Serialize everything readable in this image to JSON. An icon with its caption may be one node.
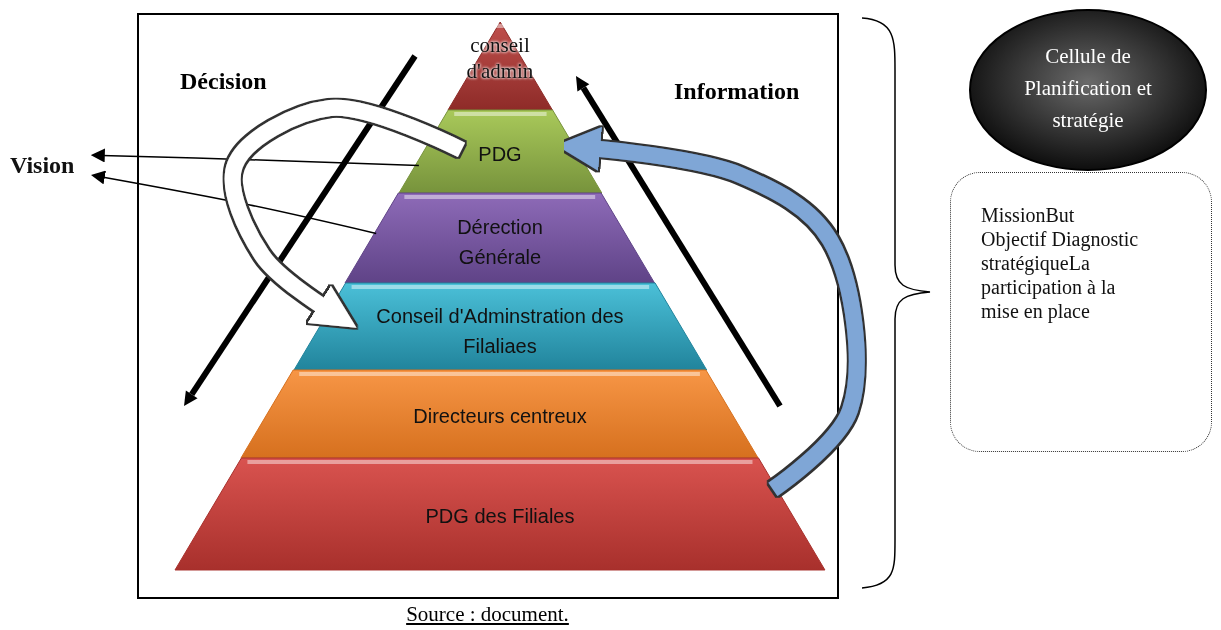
{
  "diagram": {
    "caption": "Source : document.",
    "nodes": [
      {
        "text": [
          "conseil d'admin"
        ]
      },
      {
        "text": [
          "PDG"
        ]
      },
      {
        "text": [
          "Dérection Générale"
        ]
      },
      {
        "text": [
          "Conseil d'Adminstration des Filaliaes"
        ]
      },
      {
        "text": [
          "Directeurs centreux"
        ]
      },
      {
        "text": [
          "PDG des Filiales"
        ]
      },
      {
        "text": [
          "Vision"
        ]
      },
      {
        "text": [
          "Cellule de Planification et stratégie"
        ]
      },
      {
        "text": [
          "MissionBut Objectif Diagnostic stratégiqueLa participation à la mise en place"
        ]
      }
    ],
    "edges": [
      {
        "from": 1,
        "to": 6,
        "arrow": "to"
      },
      {
        "from": 2,
        "to": 6,
        "arrow": "to"
      },
      {
        "from": 1,
        "to": 3,
        "arrow": "to",
        "style": "thick",
        "color": "#ffffff"
      },
      {
        "from": 5,
        "to": 1,
        "arrow": "to",
        "style": "thick",
        "color": "#7fa6d6"
      }
    ],
    "labels": [
      "Décision",
      "Information"
    ]
  }
}
